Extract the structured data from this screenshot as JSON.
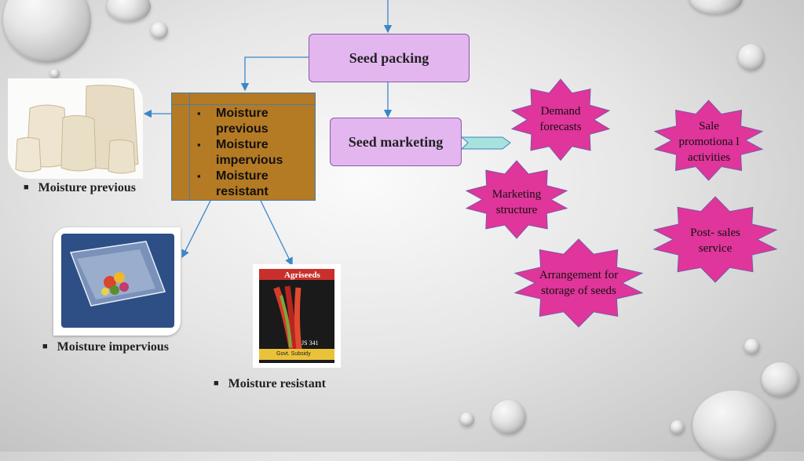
{
  "diagram": {
    "boxes": {
      "seed_packing": "Seed packing",
      "seed_marketing": "Seed marketing"
    },
    "packing_list": [
      "Moisture previous",
      "Moisture impervious",
      "Moisture resistant"
    ],
    "photo_captions": {
      "previous": "Moisture previous",
      "impervious": "Moisture impervious",
      "resistant": "Moisture resistant"
    },
    "marketing_items": [
      "Demand forecasts",
      "Sale promotiona l activities",
      "Marketing structure",
      "Post- sales service",
      "Arrangement for storage of seeds"
    ],
    "packet_text": {
      "brand": "Agriseeds",
      "code": "JS 341",
      "footer": "Govt. Subsidy"
    }
  },
  "colors": {
    "box_fill": "#e3b6f0",
    "list_fill": "#b57a24",
    "burst_fill": "#e0359a",
    "connector": "#3a86c8"
  }
}
